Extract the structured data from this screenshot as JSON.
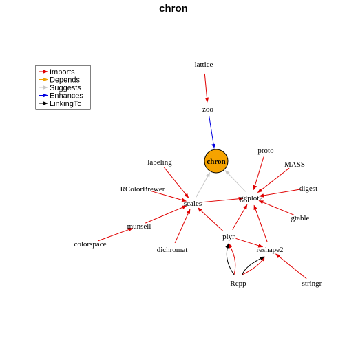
{
  "title": "chron",
  "colors": {
    "Imports": "#e00000",
    "Depends": "#f0a000",
    "Suggests": "#c8c8c8",
    "Enhances": "#0000e0",
    "LinkingTo": "#000000",
    "focus_fill": "#f5a300"
  },
  "legend": {
    "items": [
      {
        "label": "Imports",
        "type": "Imports"
      },
      {
        "label": "Depends",
        "type": "Depends"
      },
      {
        "label": "Suggests",
        "type": "Suggests"
      },
      {
        "label": "Enhances",
        "type": "Enhances"
      },
      {
        "label": "LinkingTo",
        "type": "LinkingTo"
      }
    ]
  },
  "nodes": [
    {
      "id": "lattice",
      "label": "lattice"
    },
    {
      "id": "zoo",
      "label": "zoo"
    },
    {
      "id": "chron",
      "label": "chron",
      "focus": true
    },
    {
      "id": "labeling",
      "label": "labeling"
    },
    {
      "id": "proto",
      "label": "proto"
    },
    {
      "id": "MASS",
      "label": "MASS"
    },
    {
      "id": "RColorBrewer",
      "label": "RColorBrewer"
    },
    {
      "id": "digest",
      "label": "digest"
    },
    {
      "id": "scales",
      "label": "scales"
    },
    {
      "id": "ggplot2",
      "label": "ggplot2"
    },
    {
      "id": "gtable",
      "label": "gtable"
    },
    {
      "id": "munsell",
      "label": "munsell"
    },
    {
      "id": "plyr",
      "label": "plyr"
    },
    {
      "id": "colorspace",
      "label": "colorspace"
    },
    {
      "id": "dichromat",
      "label": "dichromat"
    },
    {
      "id": "reshape2",
      "label": "reshape2"
    },
    {
      "id": "Rcpp",
      "label": "Rcpp"
    },
    {
      "id": "stringr",
      "label": "stringr"
    }
  ],
  "edges": [
    {
      "from": "lattice",
      "to": "zoo",
      "type": "Imports"
    },
    {
      "from": "zoo",
      "to": "chron",
      "type": "Enhances"
    },
    {
      "from": "scales",
      "to": "chron",
      "type": "Suggests"
    },
    {
      "from": "ggplot2",
      "to": "chron",
      "type": "Suggests"
    },
    {
      "from": "labeling",
      "to": "scales",
      "type": "Imports"
    },
    {
      "from": "RColorBrewer",
      "to": "scales",
      "type": "Imports"
    },
    {
      "from": "munsell",
      "to": "scales",
      "type": "Imports"
    },
    {
      "from": "dichromat",
      "to": "scales",
      "type": "Imports"
    },
    {
      "from": "plyr",
      "to": "scales",
      "type": "Imports"
    },
    {
      "from": "scales",
      "to": "ggplot2",
      "type": "Imports"
    },
    {
      "from": "proto",
      "to": "ggplot2",
      "type": "Imports"
    },
    {
      "from": "MASS",
      "to": "ggplot2",
      "type": "Imports"
    },
    {
      "from": "digest",
      "to": "ggplot2",
      "type": "Imports"
    },
    {
      "from": "gtable",
      "to": "ggplot2",
      "type": "Imports"
    },
    {
      "from": "plyr",
      "to": "ggplot2",
      "type": "Imports"
    },
    {
      "from": "reshape2",
      "to": "ggplot2",
      "type": "Imports"
    },
    {
      "from": "colorspace",
      "to": "munsell",
      "type": "Imports"
    },
    {
      "from": "plyr",
      "to": "reshape2",
      "type": "Imports"
    },
    {
      "from": "Rcpp",
      "to": "plyr",
      "type": "Imports"
    },
    {
      "from": "Rcpp",
      "to": "plyr",
      "type": "LinkingTo"
    },
    {
      "from": "Rcpp",
      "to": "reshape2",
      "type": "Imports"
    },
    {
      "from": "Rcpp",
      "to": "reshape2",
      "type": "LinkingTo"
    },
    {
      "from": "stringr",
      "to": "reshape2",
      "type": "Imports"
    }
  ]
}
